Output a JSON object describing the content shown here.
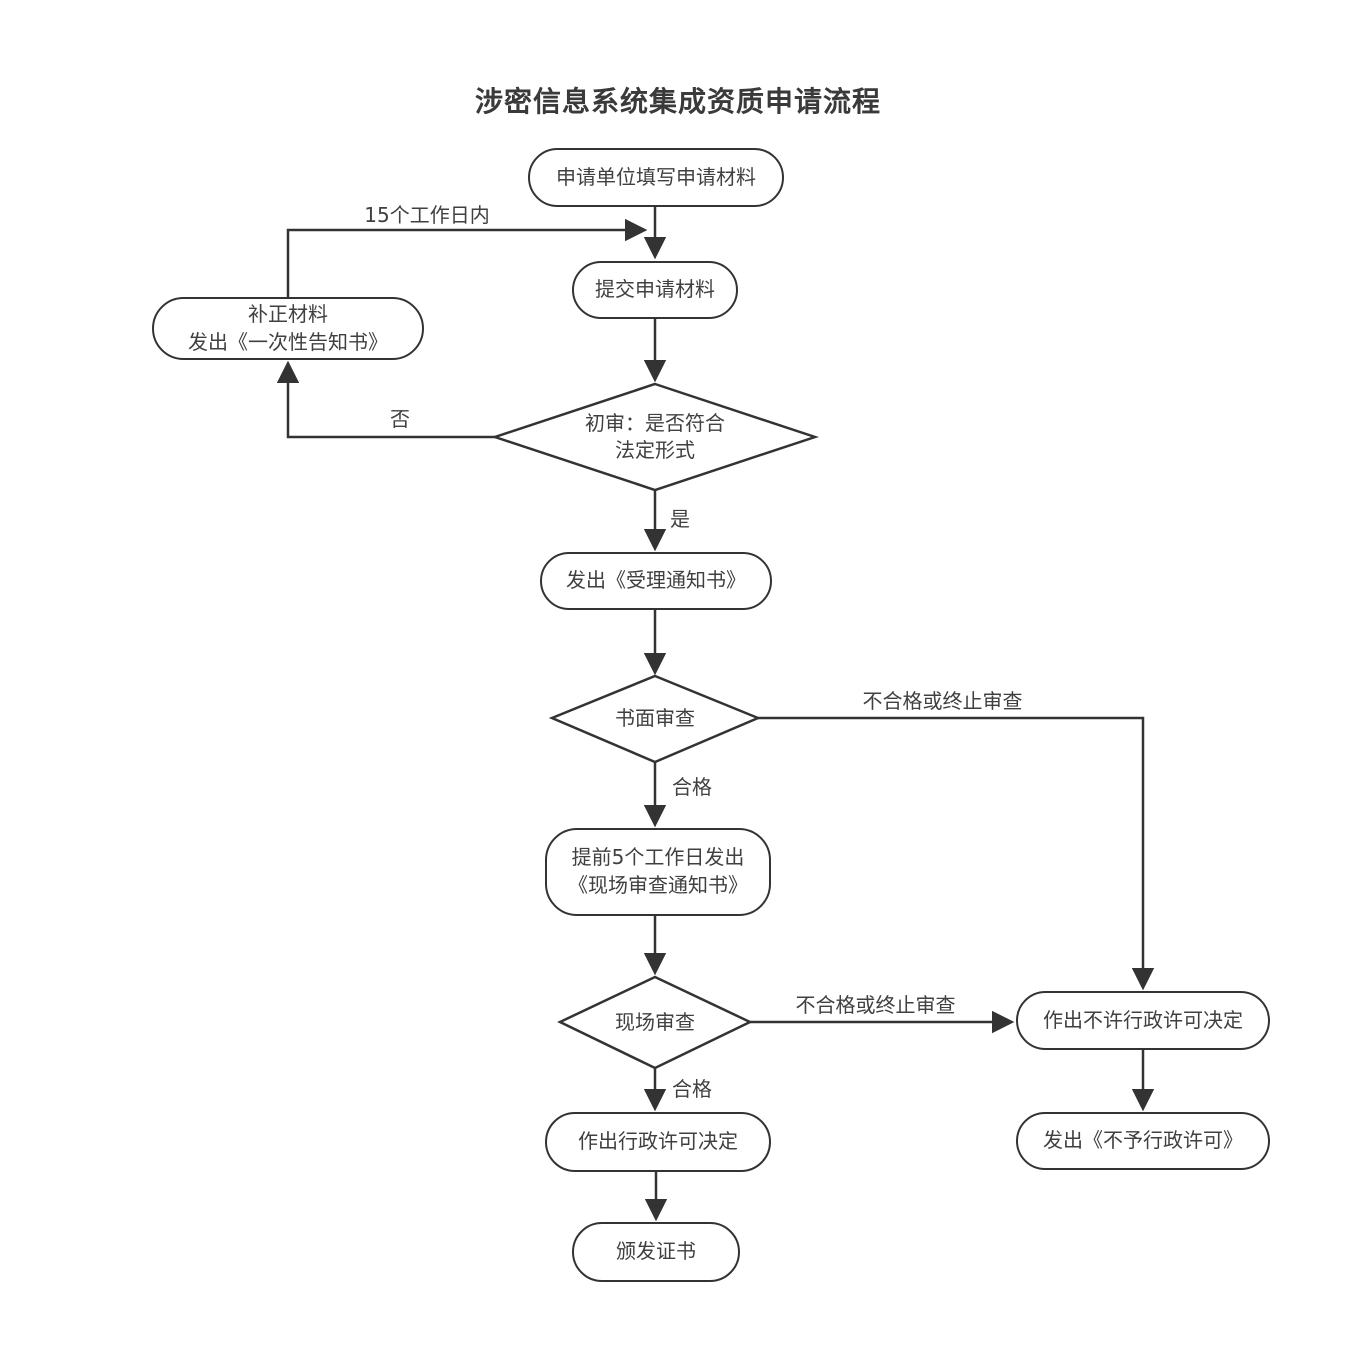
{
  "title": "涉密信息系统集成资质申请流程",
  "nodes": {
    "start": {
      "label": "申请单位填写申请材料"
    },
    "submit": {
      "label": "提交申请材料"
    },
    "initial_review": {
      "line1": "初审：是否符合",
      "line2": "法定形式"
    },
    "supplement": {
      "line1": "补正材料",
      "line2": "发出《一次性告知书》"
    },
    "accept_notice": {
      "label": "发出《受理通知书》"
    },
    "written_review": {
      "label": "书面审查"
    },
    "onsite_notice": {
      "line1": "提前5个工作日发出",
      "line2": "《现场审查通知书》"
    },
    "onsite_review": {
      "label": "现场审查"
    },
    "deny_decision": {
      "label": "作出不许行政许可决定"
    },
    "deny_notice": {
      "label": "发出《不予行政许可》"
    },
    "grant_decision": {
      "label": "作出行政许可决定"
    },
    "issue_cert": {
      "label": "颁发证书"
    }
  },
  "edge_labels": {
    "fifteen_days": "15个工作日内",
    "no": "否",
    "yes": "是",
    "fail_or_terminate_1": "不合格或终止审查",
    "pass_1": "合格",
    "fail_or_terminate_2": "不合格或终止审查",
    "pass_2": "合格"
  },
  "colors": {
    "stroke": "#333333",
    "text": "#404040",
    "background": "#ffffff"
  }
}
